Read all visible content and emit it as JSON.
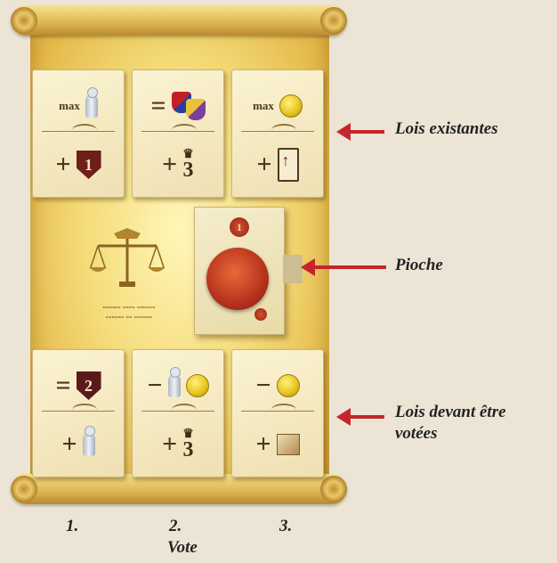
{
  "labels": {
    "existing_laws": "Lois existantes",
    "draw_pile": "Pioche",
    "laws_to_vote_line1": "Lois devant être",
    "laws_to_vote_line2": "votées"
  },
  "steps": {
    "one": "1.",
    "two": "2.",
    "three": "3.",
    "vote": "Vote"
  },
  "cards": {
    "top": [
      {
        "upper_text": "max",
        "upper_icon": "pawn-icon",
        "lower_sign": "+",
        "lower_value": "1",
        "lower_icon": "shield-icon"
      },
      {
        "upper_text": "=",
        "upper_icon": "coats-of-arms-icon",
        "lower_sign": "+",
        "lower_value": "3",
        "lower_icon": "crown-icon"
      },
      {
        "upper_text": "max",
        "upper_icon": "coin-icon",
        "lower_sign": "+",
        "lower_icon": "arrow-banner-icon"
      }
    ],
    "bottom": [
      {
        "upper_text": "=",
        "upper_value": "2",
        "upper_icon": "shield-icon",
        "lower_sign": "+",
        "lower_icon": "pawn-icon"
      },
      {
        "upper_text": "−",
        "upper_icon": "pawn-and-coin-icon",
        "lower_sign": "+",
        "lower_value": "3",
        "lower_icon": "crown-icon"
      },
      {
        "upper_text": "−",
        "upper_icon": "coin-icon",
        "lower_sign": "+",
        "lower_icon": "cube-icon"
      }
    ]
  },
  "deck": {
    "small_seal_value": "1"
  },
  "colors": {
    "arrow": "#c4262c",
    "scroll": "#f5dc7a",
    "seal": "#b8321c"
  }
}
